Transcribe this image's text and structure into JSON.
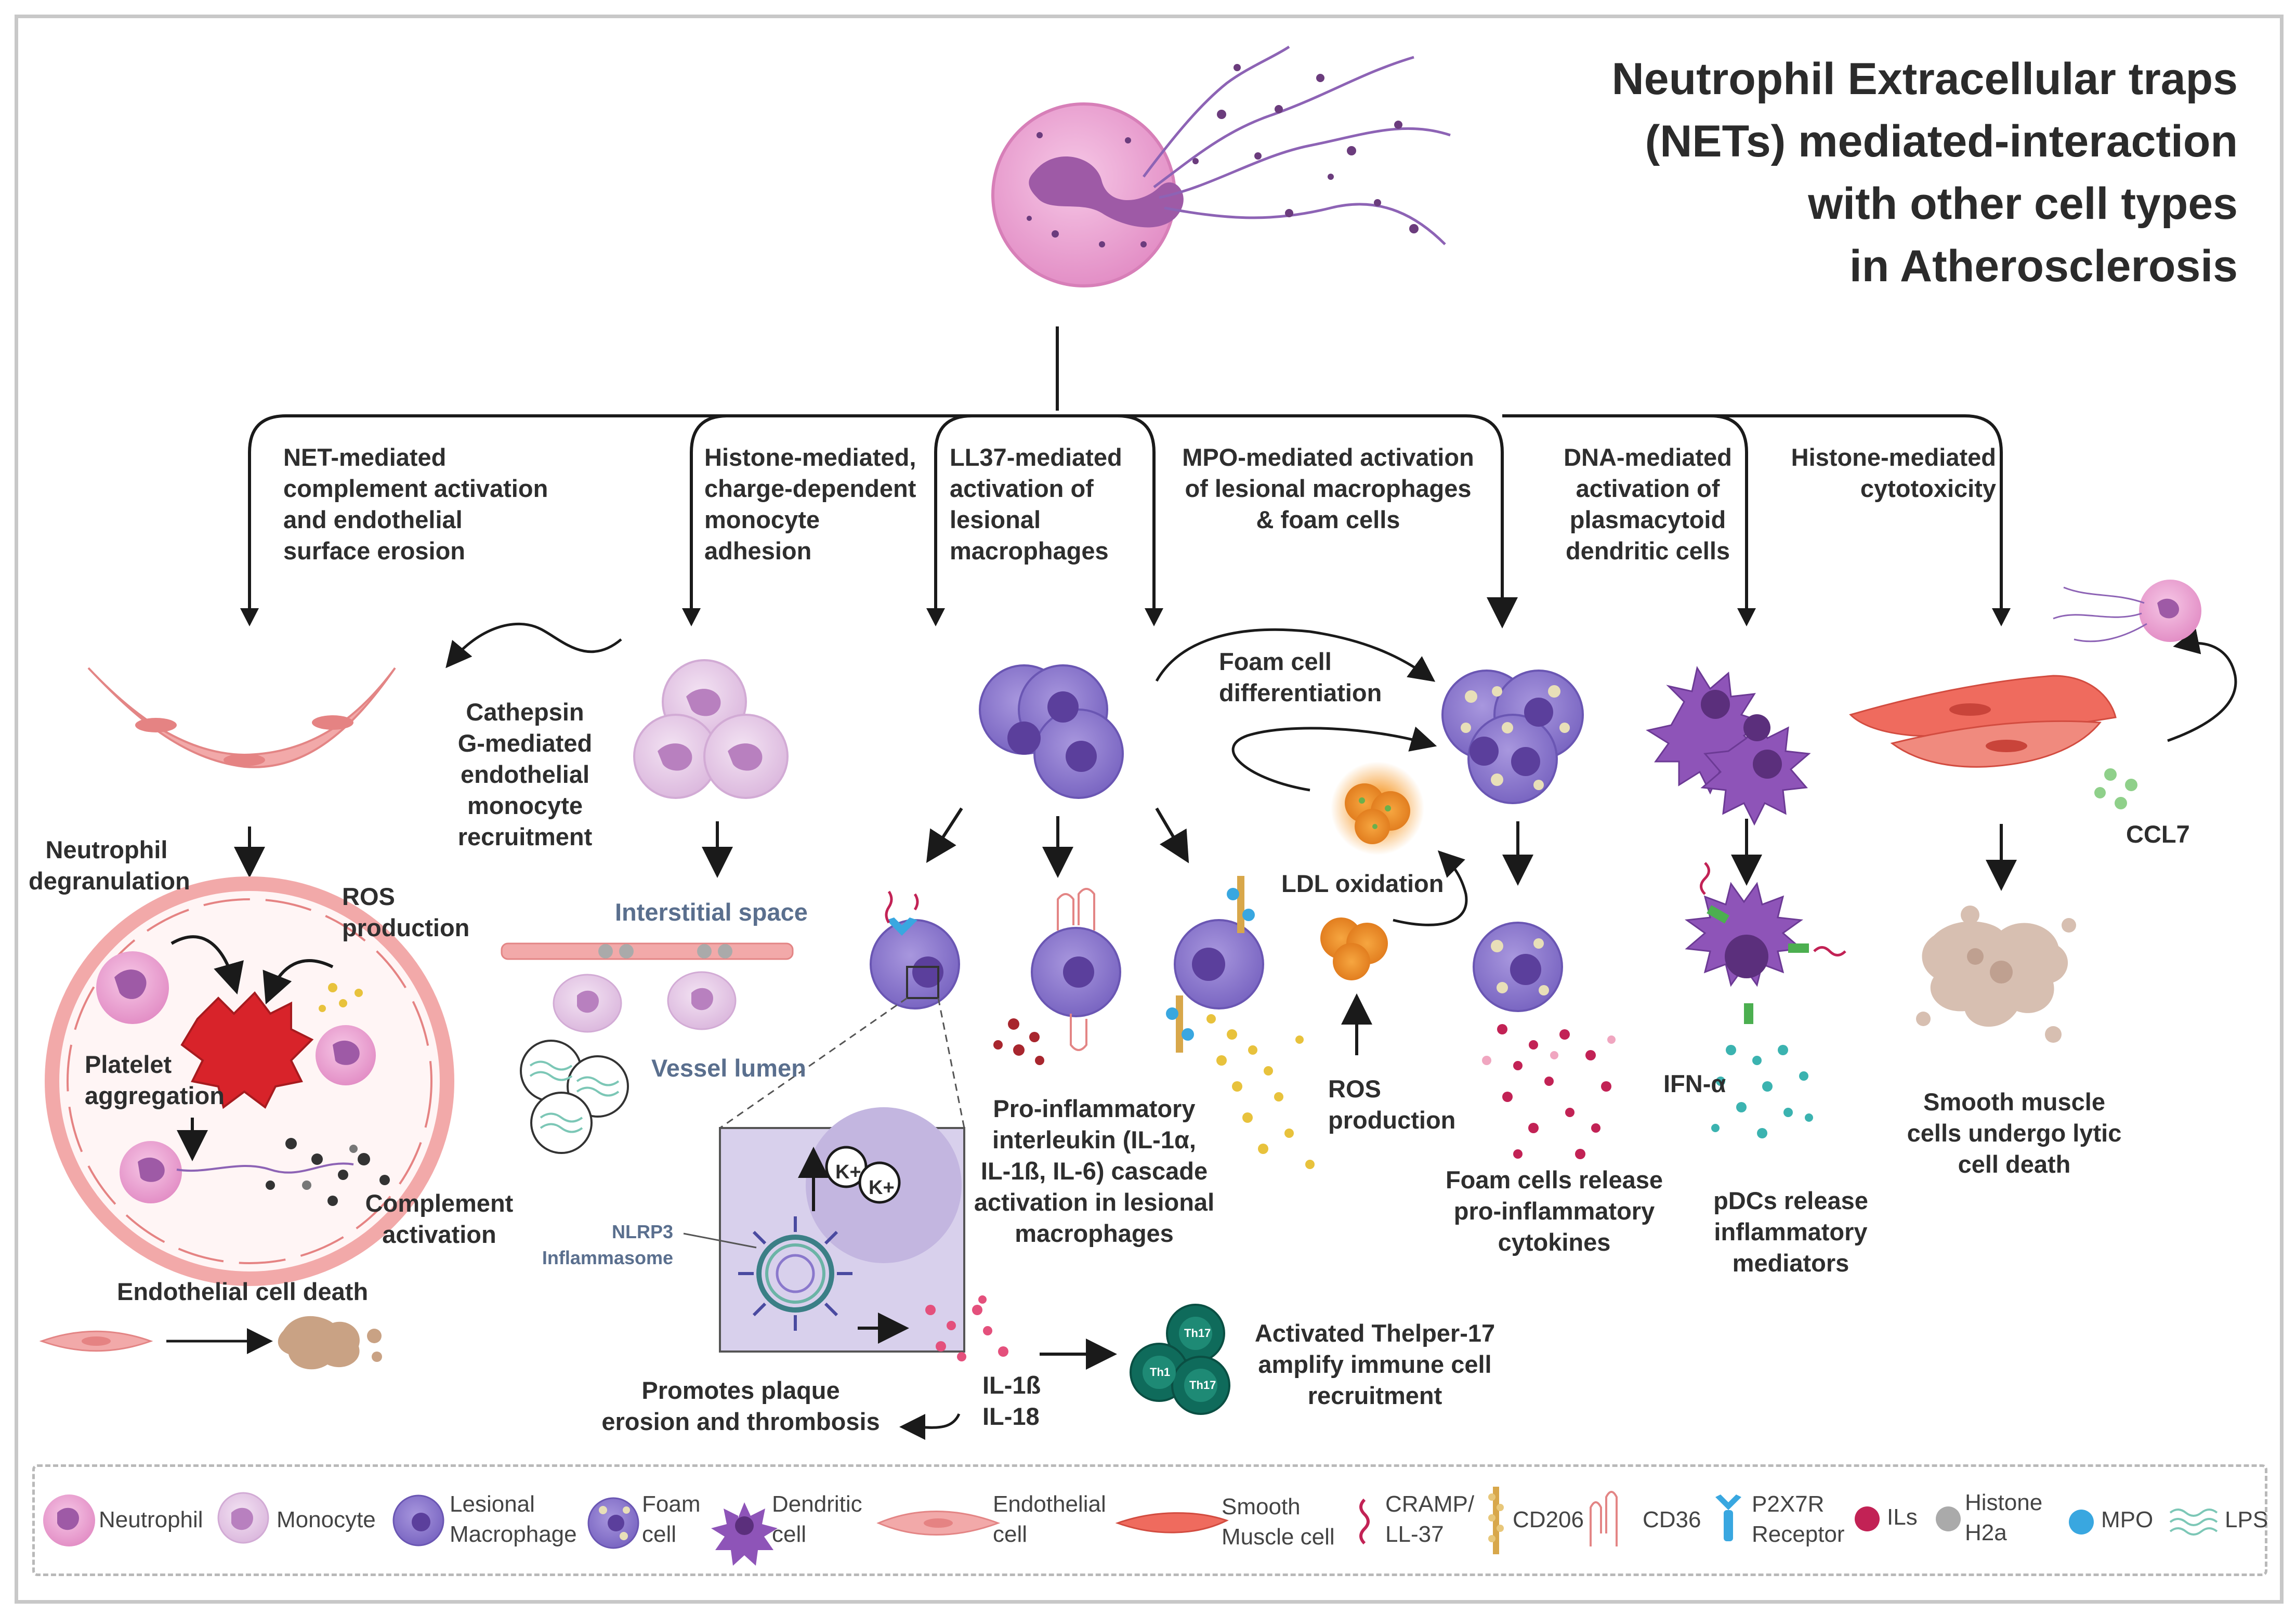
{
  "title": {
    "line1": "Neutrophil Extracellular traps",
    "line2": "(NETs) mediated-interaction",
    "line3": "with other cell types",
    "line4": "in Atherosclerosis"
  },
  "branches": [
    {
      "id": "complement",
      "lines": [
        "NET-mediated",
        "complement activation",
        "and endothelial",
        "surface erosion"
      ]
    },
    {
      "id": "histone-monocyte",
      "lines": [
        "Histone-mediated,",
        "charge-dependent",
        "monocyte",
        "adhesion"
      ]
    },
    {
      "id": "ll37",
      "lines": [
        "LL37-mediated",
        "activation of",
        "lesional",
        "macrophages"
      ]
    },
    {
      "id": "mpo",
      "lines": [
        "MPO-mediated activation",
        "of lesional macrophages",
        "& foam cells"
      ]
    },
    {
      "id": "dna",
      "lines": [
        "DNA-mediated",
        "activation of",
        "plasmacytoid",
        "dendritic cells"
      ]
    },
    {
      "id": "histone-cytotoxicity",
      "lines": [
        "Histone-mediated",
        "cytotoxicity"
      ]
    }
  ],
  "labels": {
    "cathepsin": [
      "Cathepsin",
      "G-mediated",
      "endothelial",
      "monocyte",
      "recruitment"
    ],
    "neutrophil_degranulation": [
      "Neutrophil",
      "degranulation"
    ],
    "ros_left": [
      "ROS",
      "production"
    ],
    "platelet": [
      "Platelet",
      "aggregation"
    ],
    "complement": [
      "Complement",
      "activation"
    ],
    "endothelial_death": "Endothelial cell death",
    "interstitial": "Interstitial space",
    "vessel_lumen": "Vessel lumen",
    "k_plus": "K+",
    "nlrp3": [
      "NLRP3",
      "Inflammasome"
    ],
    "plaque": [
      "Promotes plaque",
      "erosion and thrombosis"
    ],
    "il": [
      "IL-1ß",
      "IL-18"
    ],
    "th17": [
      "Activated Thelper-17",
      "amplify immune cell",
      "recruitment"
    ],
    "th17_cell_labels": [
      "Th17",
      "Th1",
      "Th17"
    ],
    "pro_inflammatory": [
      "Pro-inflammatory",
      "interleukin (IL-1α,",
      "IL-1ß, IL-6) cascade",
      "activation in lesional",
      "macrophages"
    ],
    "foam_diff": [
      "Foam cell",
      "differentiation"
    ],
    "ldl": "LDL oxidation",
    "ros_mid": [
      "ROS",
      "production"
    ],
    "foam_release": [
      "Foam cells release",
      "pro-inflammatory",
      "cytokines"
    ],
    "ifn": "IFN-α",
    "pdc_release": [
      "pDCs release",
      "inflammatory",
      "mediators"
    ],
    "ccl7": "CCL7",
    "smc_death": [
      "Smooth muscle",
      "cells undergo lytic",
      "cell death"
    ]
  },
  "legend": [
    {
      "id": "neutrophil",
      "icon": "neutrophil-icon",
      "lines": [
        "Neutrophil"
      ]
    },
    {
      "id": "monocyte",
      "icon": "monocyte-icon",
      "lines": [
        "Monocyte"
      ]
    },
    {
      "id": "macrophage",
      "icon": "macrophage-icon",
      "lines": [
        "Lesional",
        "Macrophage"
      ]
    },
    {
      "id": "foam",
      "icon": "foam-cell-icon",
      "lines": [
        "Foam",
        "cell"
      ]
    },
    {
      "id": "dendritic",
      "icon": "dendritic-cell-icon",
      "lines": [
        "Dendritic",
        "cell"
      ]
    },
    {
      "id": "endothelial",
      "icon": "endothelial-cell-icon",
      "lines": [
        "Endothelial",
        "cell"
      ]
    },
    {
      "id": "smooth",
      "icon": "smooth-muscle-cell-icon",
      "lines": [
        "Smooth",
        "Muscle cell"
      ]
    },
    {
      "id": "cramp",
      "icon": "cramp-icon",
      "lines": [
        "CRAMP/",
        "LL-37"
      ]
    },
    {
      "id": "cd206",
      "icon": "cd206-icon",
      "lines": [
        "CD206"
      ]
    },
    {
      "id": "cd36",
      "icon": "cd36-icon",
      "lines": [
        "CD36"
      ]
    },
    {
      "id": "p2x7r",
      "icon": "p2x7r-icon",
      "lines": [
        "P2X7R",
        "Receptor"
      ]
    },
    {
      "id": "ils",
      "icon": "il-icon",
      "lines": [
        "ILs"
      ]
    },
    {
      "id": "histone",
      "icon": "histone-icon",
      "lines": [
        "Histone",
        "H2a"
      ]
    },
    {
      "id": "mpo",
      "icon": "mpo-icon",
      "lines": [
        "MPO"
      ]
    },
    {
      "id": "lps",
      "icon": "lps-icon",
      "lines": [
        "LPS"
      ]
    }
  ],
  "colors": {
    "neutrophil": "#e9a3cf",
    "nucleus": "#9e5aa6",
    "macrophage": "#8a78cc",
    "macrophage_nucleus": "#5b3f9c",
    "endothelial": "#f2a9a9",
    "smooth_muscle": "#ef6b5e",
    "platelet": "#d8232a",
    "il_dots": "#c22255",
    "mpo": "#39a7e0",
    "th17": "#0f6b5b",
    "arrow": "#1a1a1a"
  }
}
